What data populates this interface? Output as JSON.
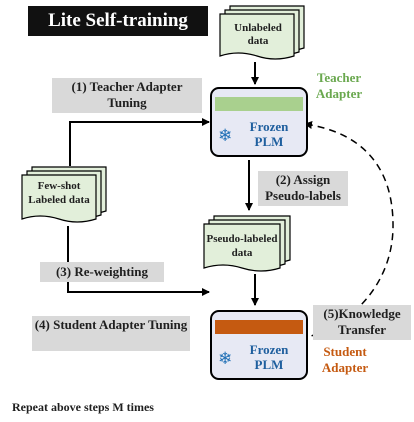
{
  "title": "Lite Self-training",
  "steps": {
    "teacher_tuning": "(1) Teacher Adapter Tuning",
    "assign": "(2) Assign Pseudo-labels",
    "reweighting": "(3) Re-weighting",
    "student_tuning": "(4) Student Adapter Tuning",
    "knowledge_transfer": "(5)Knowledge Transfer"
  },
  "documents": {
    "unlabeled": "Unlabeled data",
    "few_shot": "Few-shot Labeled data",
    "pseudo_labeled": "Pseudo-labeled data"
  },
  "teacher": {
    "label": "Teacher Adapter",
    "plm": "Frozen PLM"
  },
  "student": {
    "label": "Student Adapter",
    "plm": "Frozen PLM"
  },
  "footer": "Repeat above steps M times",
  "colors": {
    "teacher": "#6aa84f",
    "teacher_bar": "#a9d08e",
    "student": "#c55a11",
    "frozen_text": "#1f5f9e",
    "module_fill": "#e7e9f4",
    "doc_fill": "#e2efda",
    "step_fill": "#d9d9d9"
  },
  "icons": {
    "frozen": "snowflake-icon"
  }
}
